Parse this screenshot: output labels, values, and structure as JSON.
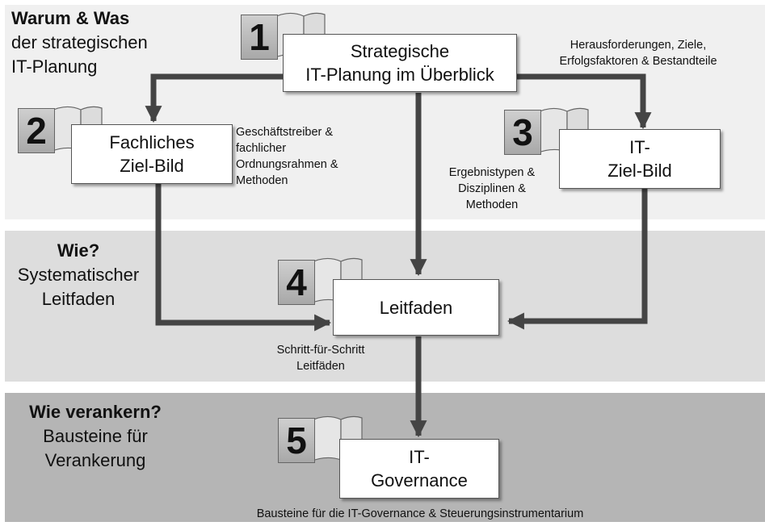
{
  "sections": {
    "warum": {
      "title": "Warum & Was",
      "lines": [
        "der strategischen",
        "IT-Planung"
      ]
    },
    "wie": {
      "title": "Wie?",
      "lines": [
        "Systematischer",
        "Leitfaden"
      ]
    },
    "verankern": {
      "title": "Wie verankern?",
      "lines": [
        "Bausteine für",
        "Verankerung"
      ]
    }
  },
  "boxes": {
    "b1": {
      "number": "1",
      "lines": [
        "Strategische",
        "IT-Planung im Überblick"
      ]
    },
    "b2": {
      "number": "2",
      "lines": [
        "Fachliches",
        "Ziel-Bild"
      ]
    },
    "b3": {
      "number": "3",
      "lines": [
        "IT-",
        "Ziel-Bild"
      ]
    },
    "b4": {
      "number": "4",
      "lines": [
        "Leitfaden"
      ]
    },
    "b5": {
      "number": "5",
      "lines": [
        "IT-",
        "Governance"
      ]
    }
  },
  "annotations": {
    "a1": [
      "Herausforderungen, Ziele,",
      "Erfolgsfaktoren & Bestandteile"
    ],
    "a2": [
      "Geschäftstreiber &",
      "fachlicher",
      "Ordnungsrahmen &",
      "Methoden"
    ],
    "a3": [
      "Ergebnistypen &",
      "Disziplinen &",
      "Methoden"
    ],
    "a4": [
      "Schritt-für-Schritt",
      "Leitfäden"
    ],
    "a5": [
      "Bausteine für die IT-Governance & Steuerungsinstrumentarium"
    ]
  },
  "colors": {
    "band1": "#f0f0f0",
    "band2": "#dddddd",
    "band3": "#b5b5b5",
    "arrow": "#444444"
  }
}
